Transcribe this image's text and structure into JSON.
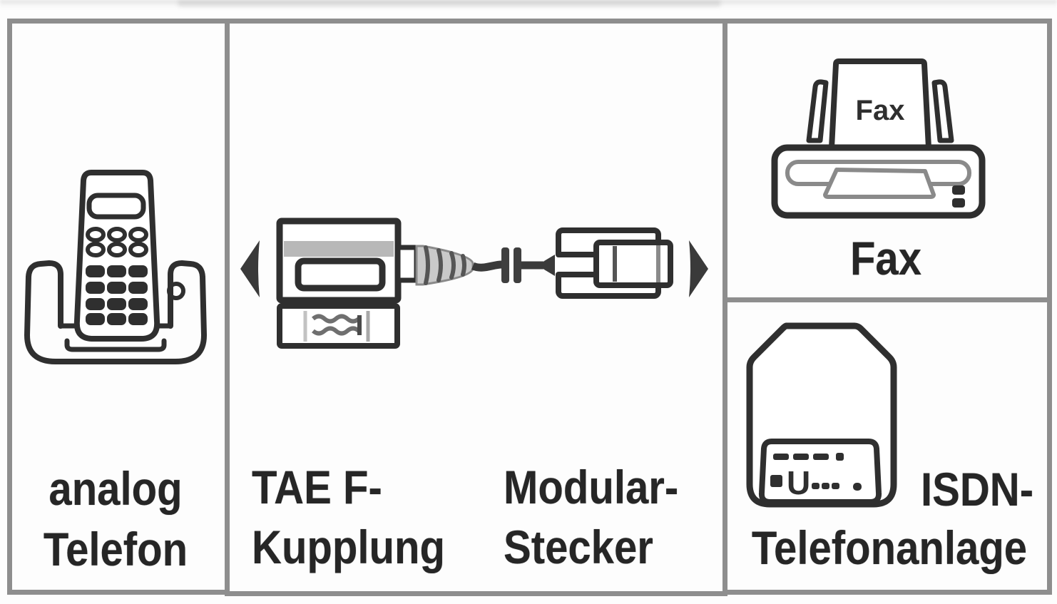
{
  "colors": {
    "frame_gray": "#8e8e8e",
    "ink": "#2f2f2f",
    "label_ink": "#262626",
    "light_gray_band": "#b8b8b8",
    "mid_gray": "#8a8a8a",
    "background": "#fdfdfd"
  },
  "panels": {
    "analog_phone": {
      "icon": "cordless-phone-icon",
      "label_line1": "analog",
      "label_line2": "Telefon"
    },
    "adapter": {
      "left_arrow_icon": "arrow-left",
      "right_arrow_icon": "arrow-right",
      "coupling_icon": "tae-f-coupling",
      "cable_icon": "cable-with-ferrite-bead",
      "plug_icon": "modular-plug",
      "coupling_label_line1": "TAE F-",
      "coupling_label_line2": "Kupplung",
      "plug_label_line1": "Modular-",
      "plug_label_line2": "Stecker"
    },
    "fax": {
      "icon": "fax-machine-icon",
      "paper_text": "Fax",
      "label": "Fax"
    },
    "isdn": {
      "icon": "isdn-system-icon",
      "u_interface_text": "U",
      "label_line1": "ISDN-",
      "label_line2": "Telefonanlage"
    }
  }
}
